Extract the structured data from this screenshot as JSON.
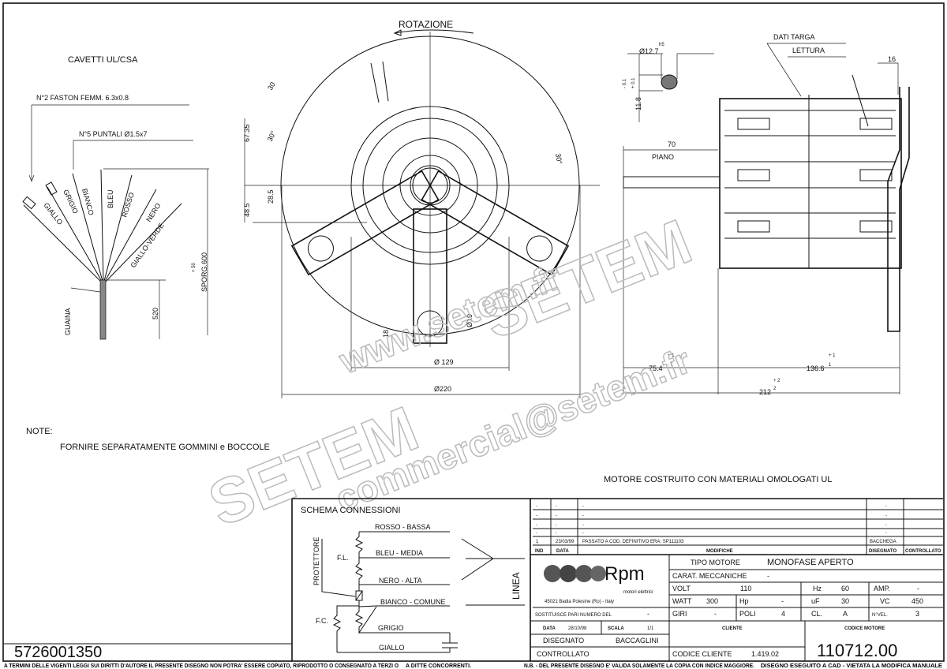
{
  "drawing_number": "5726001350",
  "cables": {
    "title": "CAVETTI UL/CSA",
    "faston": "N°2 FASTON FEMM. 6.3x0.8",
    "puntali": "N°5 PUNTALI Ø1.5x7",
    "wires": [
      "GIALLO",
      "GRIGIO",
      "BIANCO",
      "BLEU",
      "ROSSO",
      "NERO",
      "GIALLO-VERDE"
    ],
    "sheath": "GUAINA",
    "length_520": "520",
    "sporg": "SPORG.600",
    "sporg_tol": "+ 50"
  },
  "notes": {
    "label": "NOTE:",
    "text": "FORNIRE SEPARATAMENTE GOMMINI e BOCCOLE"
  },
  "front_view": {
    "rotation": "ROTAZIONE",
    "dims": [
      "30",
      "67.35",
      "30°",
      "28.5",
      "48.5",
      "30°",
      "Ø19",
      "18",
      "Ø 129",
      "Ø220"
    ]
  },
  "side_view": {
    "shaft_dia": "Ø12.7",
    "shaft_fit": "h5",
    "flat": "11.8",
    "flat_tol_plus": "+ 0.1",
    "flat_tol_minus": "- 0.1",
    "nameplate": "DATI TARGA",
    "reading": "LETTURA",
    "dim_16": "16",
    "dim_70": "70",
    "piano": "PIANO",
    "dim_75": "75.4",
    "dim_75_tol": [
      "+ 1",
      "- 1"
    ],
    "dim_136": "136.6",
    "dim_136_tol": [
      "+ 1",
      "1"
    ],
    "dim_212": "212",
    "dim_212_tol": [
      "+ 2",
      "2"
    ]
  },
  "ul_note": "MOTORE COSTRUITO CON MATERIALI OMOLOGATI UL",
  "watermark": {
    "big": "SETEM",
    "url": "www.setem.fr",
    "mail": "commercial@setem.fr"
  },
  "schema": {
    "title": "SCHEMA CONNESSIONI",
    "leads": [
      "ROSSO - BASSA",
      "BLEU - MEDIA",
      "NERO - ALTA",
      "BIANCO - COMUNE",
      "GRIGIO",
      "GIALLO"
    ],
    "fl": "F.L.",
    "fc": "F.C.",
    "protector": "PROTETTORE",
    "line": "LINEA"
  },
  "revisions": {
    "rows": [
      [
        "-",
        "-",
        "-",
        "-",
        ""
      ],
      [
        "-",
        "-",
        "-",
        "-",
        ""
      ],
      [
        "-",
        "-",
        "-",
        "-",
        ""
      ],
      [
        "-",
        "-",
        "-",
        "-",
        ""
      ],
      [
        "1",
        "23/03/99",
        "PASSATO A COD. DEFINITIVO ERA: SP111103",
        "BACCHEGA",
        ""
      ]
    ],
    "headers": [
      "IND",
      "DATA",
      "MODIFICHE",
      "DISEGNATO",
      "CONTROLLATO"
    ]
  },
  "logo": {
    "brand": "Rpm",
    "sub": "motori elettrici",
    "address": "45021 Badia Polesine (Ro) - Italy"
  },
  "title_block": {
    "tipo_label": "TIPO MOTORE",
    "tipo_value": "MONOFASE APERTO",
    "carat_label": "CARAT. MECCANICHE",
    "carat_value": "-",
    "volt_label": "VOLT",
    "volt": "110",
    "hz_label": "Hz",
    "hz": "60",
    "amp_label": "AMP.",
    "amp": "-",
    "watt_label": "WATT",
    "watt": "300",
    "hp_label": "Hp",
    "hp": "-",
    "uf_label": "uF",
    "uf": "30",
    "vc_label": "VC",
    "vc": "450",
    "giri_label": "GIRI",
    "giri": "-",
    "poli_label": "POLI",
    "poli": "4",
    "cl_label": "CL.",
    "cl": "A",
    "nvel_label": "N°VEL.",
    "nvel": "3",
    "sost_label": "SOSTITUISCE PARI NUMERO DEL",
    "sost": "-",
    "data_label": "DATA",
    "data": "28/10/98",
    "scala_label": "SCALA",
    "scala": "1/1",
    "disegnato_label": "DISEGNATO",
    "disegnato": "BACCAGLINI",
    "controllato_label": "CONTROLLATO",
    "cliente_label": "CLIENTE",
    "codice_cliente_label": "CODICE CLIENTE",
    "codice_cliente": "1.419.02",
    "codice_motore_label": "CODICE MOTORE",
    "codice_motore": "110712.00"
  },
  "footer": {
    "copyright": "A TERMINI DELLE VIGENTI LEGGI SUI DIRITTI D'AUTORE IL PRESENTE DISEGNO NON POTRA' ESSERE COPIATO, RIPRODOTTO O CONSEGNATO A TERZI O",
    "competitors": "A DITTE CONCORRENTI.",
    "nb": "N.B. - DEL PRESENTE DISEGNO E' VALIDA SOLAMENTE LA COPIA CON INDICE MAGGIORE.",
    "cad": "DISEGNO ESEGUITO A CAD - VIETATA LA MODIFICA MANUALE"
  }
}
